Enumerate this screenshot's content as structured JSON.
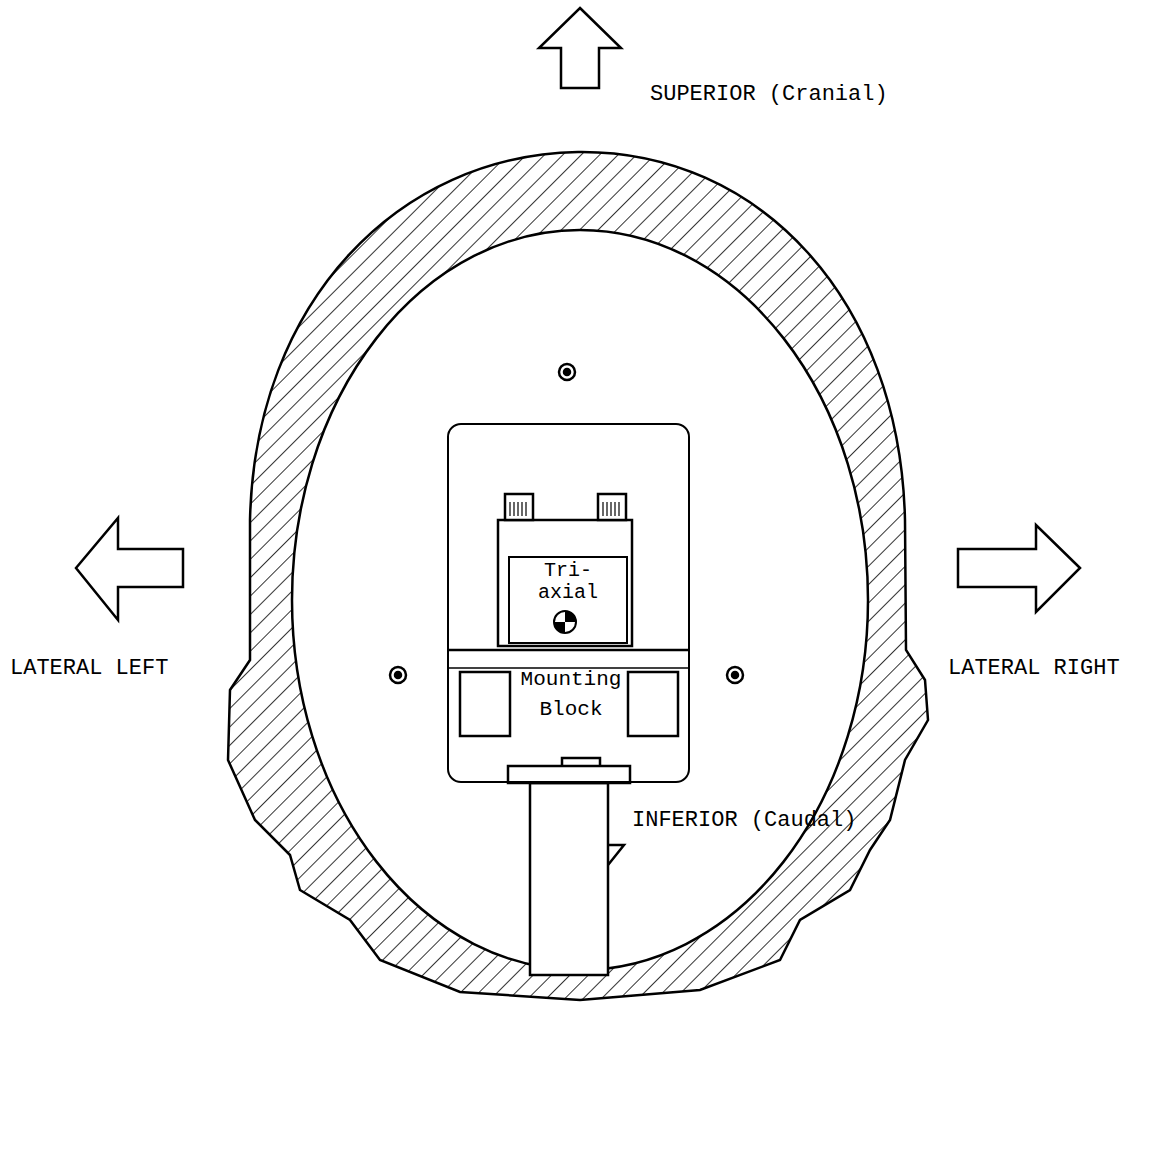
{
  "diagram": {
    "nodes": [
      {
        "text": [
          "Mounting Block"
        ]
      },
      {
        "text": [
          "Tri- axial"
        ],
        "in": 0
      }
    ],
    "labels": [
      "SUPERIOR (Cranial)",
      "LATERAL LEFT",
      "LATERAL RIGHT",
      "INFERIOR (Caudal)"
    ]
  }
}
